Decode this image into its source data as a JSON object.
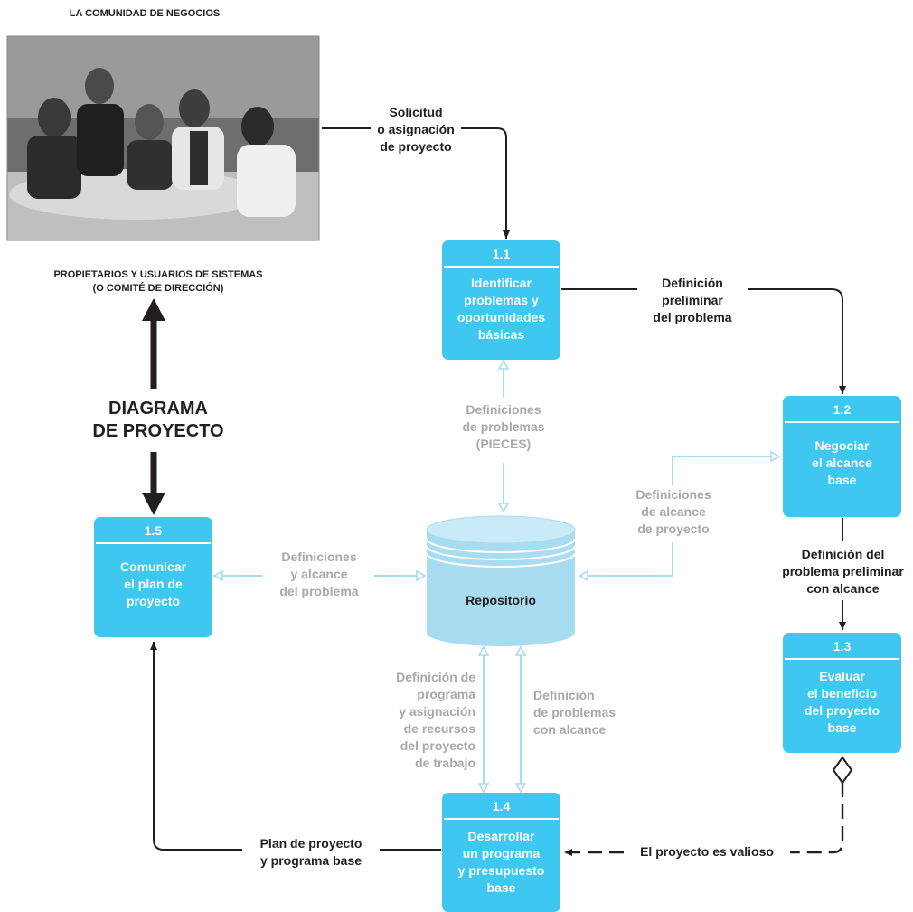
{
  "header": {
    "community": "LA COMUNIDAD DE NEGOCIOS",
    "owners": "PROPIETARIOS Y USUARIOS DE SISTEMAS\n(O COMITÉ DE DIRECCIÓN)",
    "diagram_title": "DIAGRAMA\nDE PROYECTO"
  },
  "photo": {
    "icon": "business-meeting-photo"
  },
  "processes": [
    {
      "num": "1.1",
      "label": "Identificar\nproblemas y\noportunidades\nbásicas"
    },
    {
      "num": "1.2",
      "label": "Negociar\nel alcance\nbase"
    },
    {
      "num": "1.3",
      "label": "Evaluar\nel beneficio\ndel proyecto\nbase"
    },
    {
      "num": "1.4",
      "label": "Desarrollar\nun programa\ny presupuesto\nbase"
    },
    {
      "num": "1.5",
      "label": "Comunicar\nel plan de\nproyecto"
    }
  ],
  "repository": {
    "label": "Repositorio"
  },
  "flows": {
    "request": "Solicitud\no asignación\nde proyecto",
    "preliminary": "Definición\npreliminar\ndel problema",
    "problem_scope": "Definición del\nproblema preliminar\ncon alcance",
    "valuable": "El proyecto es valioso",
    "plan": "Plan de proyecto\ny programa base",
    "pieces": "Definiciones\nde problemas\n(PIECES)",
    "scope_defs": "Definiciones\nde alcance\nde proyecto",
    "defs_scope": "Definiciones\ny alcance\ndel problema",
    "schedule": "Definición de\nprograma\ny asignación\nde recursos\ndel proyecto\nde trabajo",
    "problems_scope": "Definición\nde problemas\ncon alcance"
  },
  "colors": {
    "process": "#3ec7f0",
    "grey_flow": "#a8dcf0",
    "grey_text": "#a7a9ac",
    "dark": "#231f20"
  }
}
